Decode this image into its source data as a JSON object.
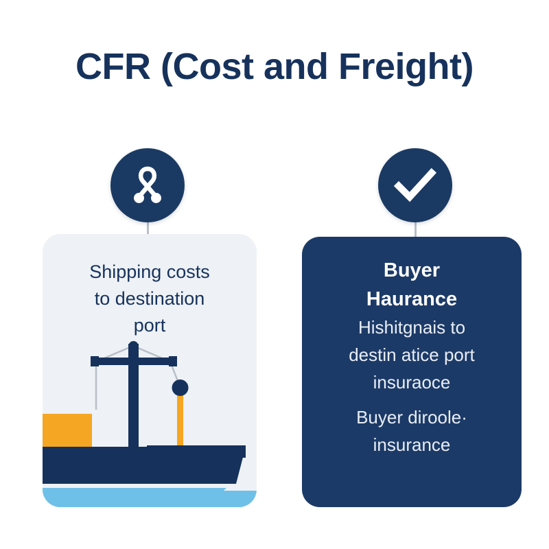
{
  "page": {
    "title": "CFR (Cost and Freight)",
    "background_color": "#ffffff",
    "navy": "#1b3a63",
    "light_card": "#eef1f5",
    "accent_yellow": "#f5a623",
    "water_blue": "#6fc0e8"
  },
  "left": {
    "icon": "ribbon-knot-icon",
    "lines": [
      "Shipping costs",
      "to destination",
      "port"
    ],
    "illustration": {
      "name": "cargo-ship-illustration",
      "hull_color": "#16325c",
      "container_color": "#f5a623",
      "water_color": "#6fc0e8",
      "mast_color": "#16325c",
      "cable_color": "#b9bfc7"
    }
  },
  "right": {
    "icon": "check-circle-icon",
    "heading_lines": [
      "Buyer",
      "Haurance"
    ],
    "body_lines": [
      "Hishitgnais to",
      "destin atice port",
      "insuraoce"
    ],
    "footer_lines": [
      "Buyer diroole·",
      "insurance"
    ]
  }
}
